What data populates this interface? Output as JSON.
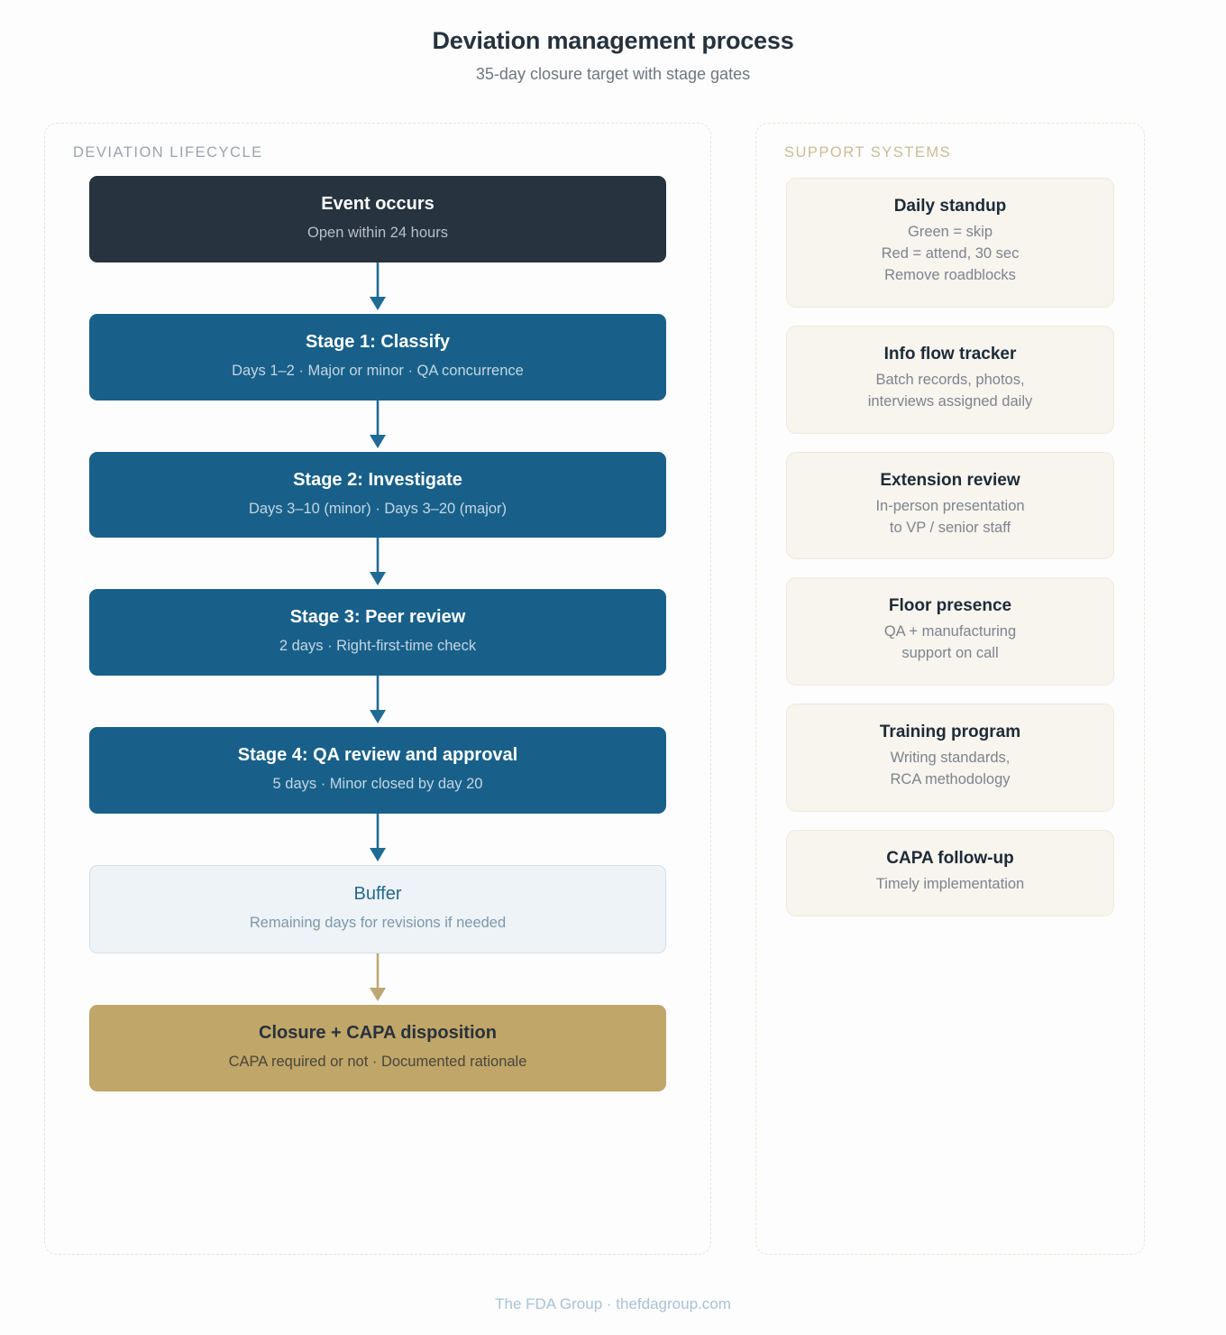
{
  "header": {
    "title": "Deviation management process",
    "subtitle": "35-day closure target with stage gates"
  },
  "colors": {
    "page_background": "#fdfdfd",
    "event_node": "#27333f",
    "stage_node": "#186089",
    "buffer_node": "#eef3f7",
    "buffer_border": "#d2e0ea",
    "closure_node": "#c0a668",
    "support_card": "#f8f4ee",
    "support_card_border": "#f1e9dd",
    "arrow_blue": "#1f6b94",
    "arrow_gold": "#bda874",
    "panel_left_border": "#e2e4e7",
    "panel_right_border": "#ece5da",
    "label_lifecycle": "#9aa3ad",
    "label_support": "#cdbb97",
    "footer_text": "#a9c2d6"
  },
  "lifecycle": {
    "label": "DEVIATION LIFECYCLE",
    "nodes": [
      {
        "title": "Event occurs",
        "subtitle": "Open within 24 hours",
        "style": "event",
        "arrow_after": "blue"
      },
      {
        "title": "Stage 1: Classify",
        "subtitle": "Days 1–2 · Major or minor · QA concurrence",
        "style": "stage",
        "arrow_after": "blue"
      },
      {
        "title": "Stage 2: Investigate",
        "subtitle": "Days 3–10 (minor) · Days 3–20 (major)",
        "style": "stage",
        "arrow_after": "blue"
      },
      {
        "title": "Stage 3: Peer review",
        "subtitle": "2 days · Right-first-time check",
        "style": "stage",
        "arrow_after": "blue"
      },
      {
        "title": "Stage 4: QA review and approval",
        "subtitle": "5 days · Minor closed by day 20",
        "style": "stage",
        "arrow_after": "blue"
      },
      {
        "title": "Buffer",
        "subtitle": "Remaining days for revisions if needed",
        "style": "buffer",
        "arrow_after": "gold"
      },
      {
        "title": "Closure + CAPA disposition",
        "subtitle": "CAPA required or not · Documented rationale",
        "style": "closure",
        "arrow_after": "none"
      }
    ]
  },
  "support": {
    "label": "SUPPORT SYSTEMS",
    "cards": [
      {
        "title": "Daily standup",
        "lines": [
          "Green = skip",
          "Red = attend, 30 sec",
          "Remove roadblocks"
        ]
      },
      {
        "title": "Info flow tracker",
        "lines": [
          "Batch records, photos,",
          "interviews assigned daily"
        ]
      },
      {
        "title": "Extension review",
        "lines": [
          "In-person presentation",
          "to VP / senior staff"
        ]
      },
      {
        "title": "Floor presence",
        "lines": [
          "QA + manufacturing",
          "support on call"
        ]
      },
      {
        "title": "Training program",
        "lines": [
          "Writing standards,",
          "RCA methodology"
        ]
      },
      {
        "title": "CAPA follow-up",
        "lines": [
          "Timely implementation"
        ]
      }
    ]
  },
  "footer": {
    "text": "The FDA Group · thefdagroup.com"
  }
}
